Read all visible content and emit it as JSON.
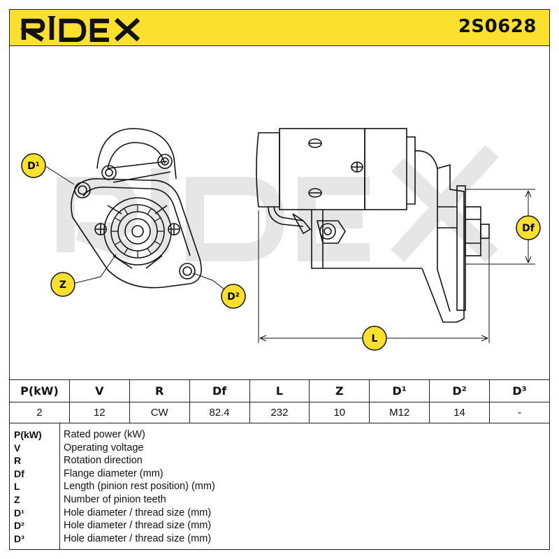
{
  "header": {
    "brand": "RIDEX",
    "part_number": "2S0628"
  },
  "drawing": {
    "watermark": "RIDEX",
    "callouts": {
      "d1": "D¹",
      "z": "Z",
      "d2": "D²",
      "df": "Df",
      "l": "L"
    }
  },
  "spec_table": {
    "headers": [
      "P(kW)",
      "V",
      "R",
      "Df",
      "L",
      "Z",
      "D¹",
      "D²",
      "D³"
    ],
    "values": [
      "2",
      "12",
      "CW",
      "82.4",
      "232",
      "10",
      "M12",
      "14",
      "-"
    ]
  },
  "legend": [
    {
      "key": "P(kW)",
      "desc": "Rated power (kW)"
    },
    {
      "key": "V",
      "desc": "Operating voltage"
    },
    {
      "key": "R",
      "desc": "Rotation direction"
    },
    {
      "key": "Df",
      "desc": "Flange diameter (mm)"
    },
    {
      "key": "L",
      "desc": "Length (pinion rest position) (mm)"
    },
    {
      "key": "Z",
      "desc": "Number of pinion teeth"
    },
    {
      "key": "D¹",
      "desc": "Hole diameter / thread size (mm)"
    },
    {
      "key": "D²",
      "desc": "Hole diameter / thread size (mm)"
    },
    {
      "key": "D³",
      "desc": "Hole diameter / thread size (mm)"
    }
  ],
  "colors": {
    "brand_yellow": "#fbe12d",
    "line": "#111111",
    "watermark": "#e3e3e3"
  }
}
